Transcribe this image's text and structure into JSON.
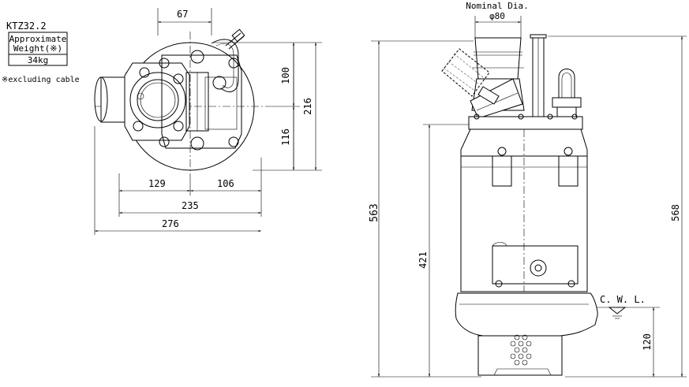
{
  "model": "KTZ32.2",
  "weight_box": {
    "header_line1": "Approximate",
    "header_line2": "Weight(※)",
    "value": "34kg"
  },
  "footnote": "※excluding cable",
  "plan_view": {
    "dim_top": "67",
    "dim_upper_right": "100",
    "dim_lower_right": "116",
    "dim_right_total": "216",
    "dim_left": "129",
    "dim_right": "106",
    "dim_mid_total": "235",
    "dim_overall": "276"
  },
  "side_view": {
    "nominal_label": "Nominal Dia.",
    "nominal_value": "φ80",
    "dim_total_left": "563",
    "dim_total_right": "568",
    "dim_inner": "421",
    "cwl_label": "C. W. L.",
    "dim_cwl": "120"
  }
}
